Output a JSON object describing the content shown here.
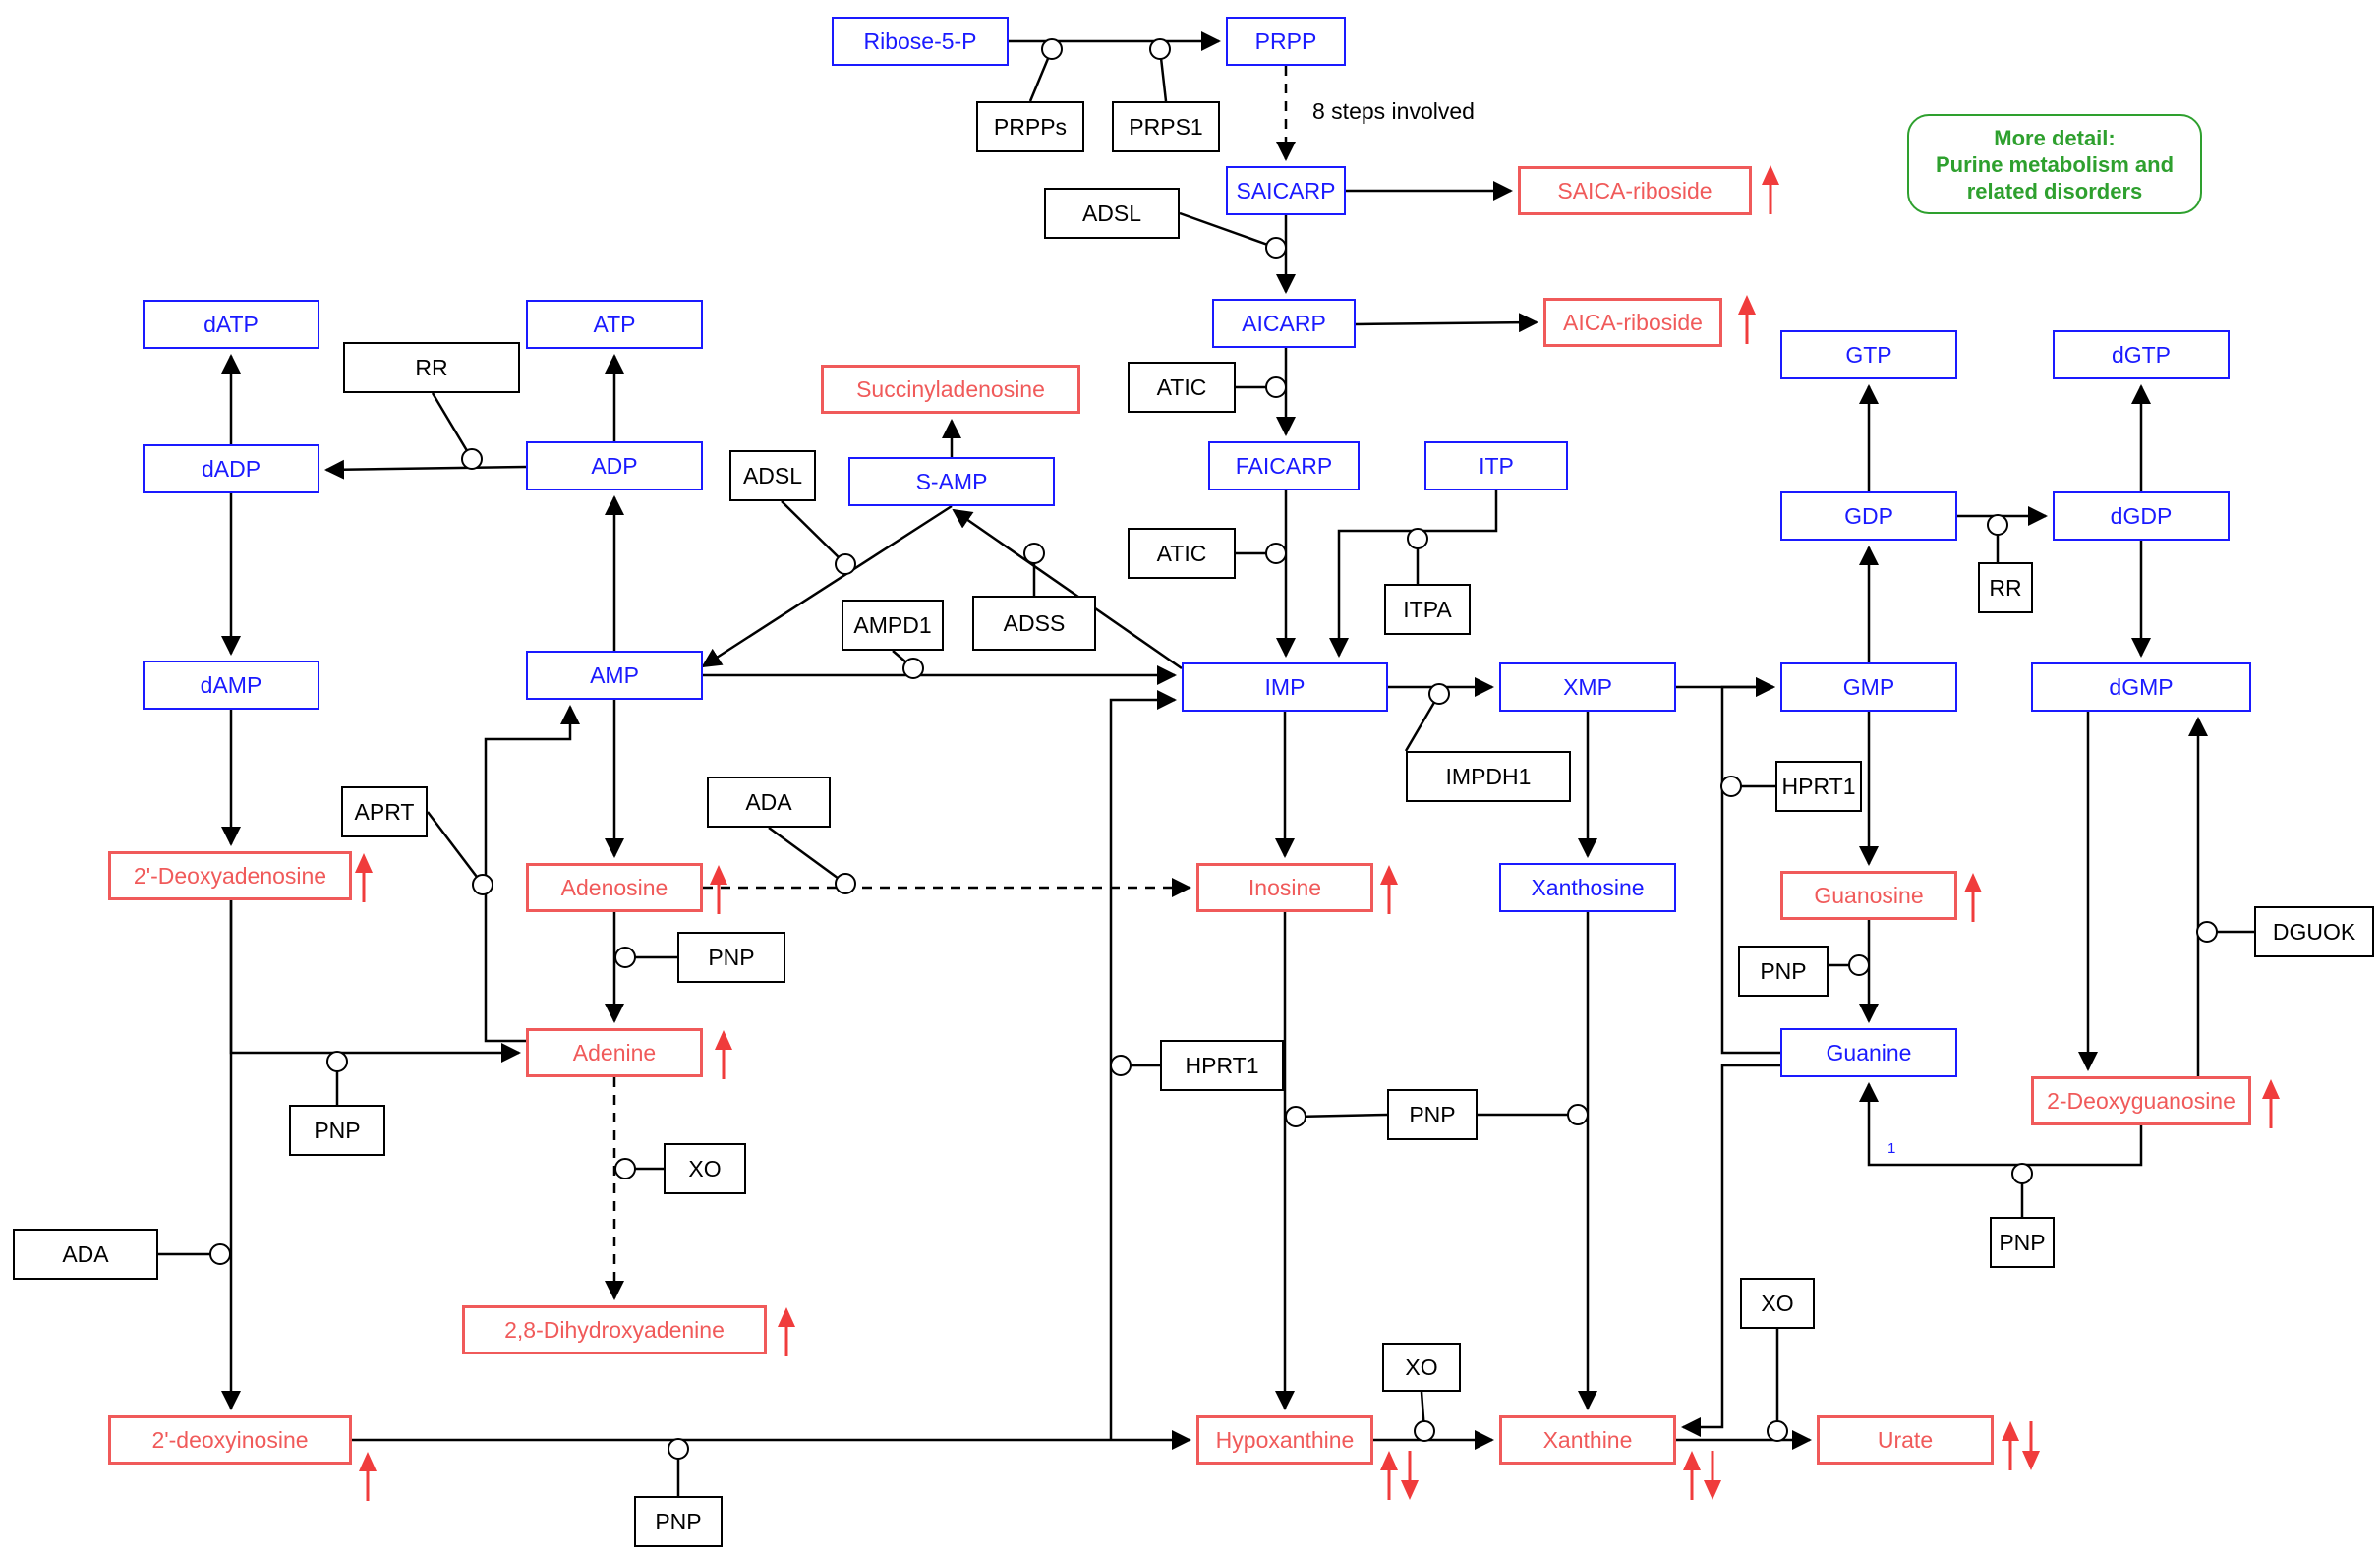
{
  "metabolites": {
    "ribose5p": "Ribose-5-P",
    "prpp": "PRPP",
    "saicarp": "SAICARP",
    "saica_riboside": "SAICA-riboside",
    "aicarp": "AICARP",
    "aica_riboside": "AICA-riboside",
    "faicarp": "FAICARP",
    "itp": "ITP",
    "datp": "dATP",
    "atp": "ATP",
    "dadp": "dADP",
    "adp": "ADP",
    "succinyladenosine": "Succinyladenosine",
    "samp": "S-AMP",
    "damp": "dAMP",
    "amp": "AMP",
    "imp": "IMP",
    "xmp": "XMP",
    "gtp": "GTP",
    "dgtp": "dGTP",
    "gdp": "GDP",
    "dgdp": "dGDP",
    "gmp": "GMP",
    "dgmp": "dGMP",
    "deoxyadenosine": "2'-Deoxyadenosine",
    "adenosine": "Adenosine",
    "inosine": "Inosine",
    "xanthosine": "Xanthosine",
    "guanosine": "Guanosine",
    "adenine": "Adenine",
    "guanine": "Guanine",
    "deoxyguanosine": "2-Deoxyguanosine",
    "dihydroxyadenine": "2,8-Dihydroxyadenine",
    "deoxyinosine": "2'-deoxyinosine",
    "hypoxanthine": "Hypoxanthine",
    "xanthine": "Xanthine",
    "urate": "Urate"
  },
  "enzymes": {
    "prpps": "PRPPs",
    "prps1": "PRPS1",
    "adsl_top": "ADSL",
    "atic_1": "ATIC",
    "atic_2": "ATIC",
    "rr_left": "RR",
    "adsl_mid": "ADSL",
    "ampd1": "AMPD1",
    "adss": "ADSS",
    "itpa": "ITPA",
    "rr_right": "RR",
    "impdh1": "IMPDH1",
    "aprt": "APRT",
    "ada_mid": "ADA",
    "hprt1_right": "HPRT1",
    "pnp_adenosine": "PNP",
    "pnp_guanosine": "PNP",
    "dguok": "DGUOK",
    "pnp_deoxyadenosine": "PNP",
    "hprt1_left": "HPRT1",
    "pnp_center": "PNP",
    "xo_adenine": "XO",
    "pnp_guanine": "PNP",
    "ada_left": "ADA",
    "xo_hypoxanthine": "XO",
    "xo_xanthine": "XO",
    "pnp_bottom": "PNP"
  },
  "annotations": {
    "steps_note": "8 steps involved",
    "edge_label_1": "1"
  },
  "detail_box": {
    "line1": "More detail:",
    "line2": "Purine metabolism and",
    "line3": "related disorders"
  },
  "colors": {
    "normal_metabolite": "#1a1aff",
    "disorder_metabolite": "#f05a5a",
    "detail_link": "#2ea02e",
    "up_down_arrow": "#f03c3c"
  }
}
